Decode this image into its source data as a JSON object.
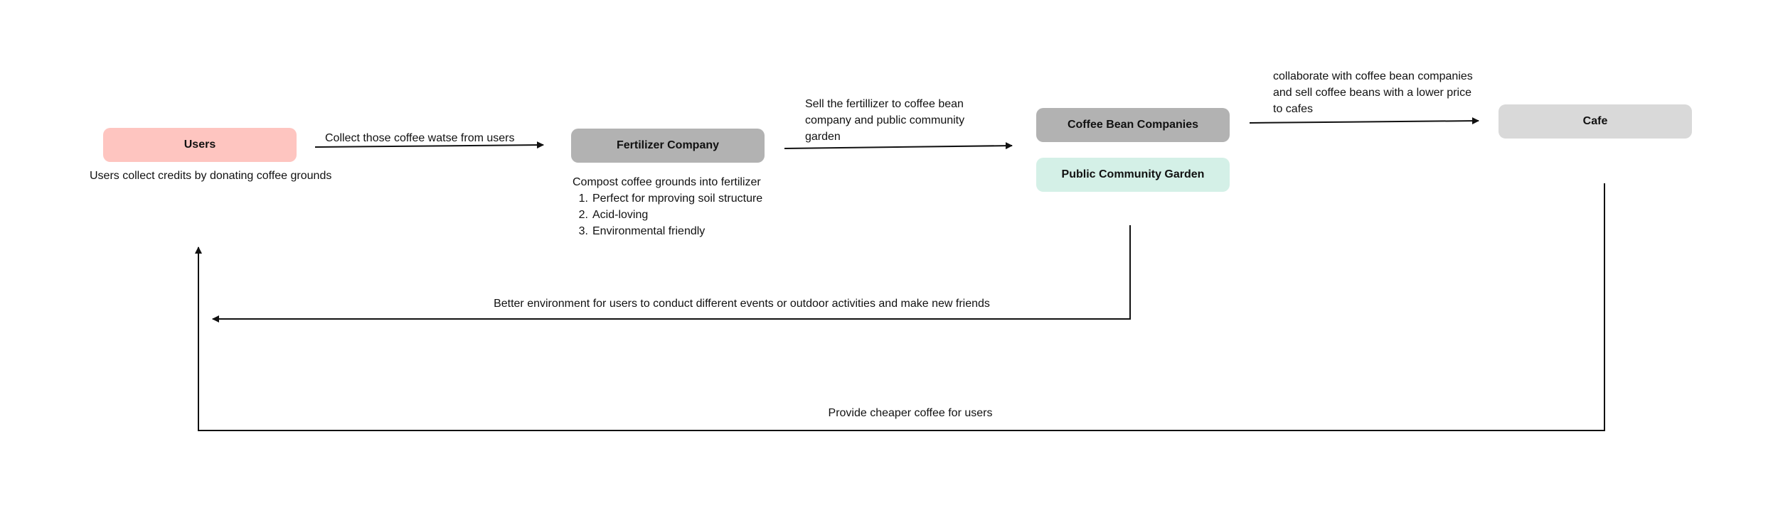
{
  "colors": {
    "users": "#fec5c0",
    "fertilizer": "#b2b2b2",
    "coffee_bean": "#b2b2b2",
    "garden": "#d4f0e7",
    "cafe": "#d9d9d9",
    "line": "#111111"
  },
  "nodes": {
    "users": "Users",
    "fertilizer": "Fertilizer Company",
    "coffee_bean": "Coffee Bean Companies",
    "garden": "Public Community Garden",
    "cafe": "Cafe"
  },
  "edges": {
    "users_to_fertilizer": "Collect those coffee watse from users",
    "fertilizer_to_coffee": "Sell the fertillizer to coffee bean company and public community garden",
    "coffee_to_cafe": "collaborate with coffee bean companies and sell coffee beans with a lower price to cafes",
    "garden_to_users": "Better environment for users to conduct different events or outdoor activities and make new friends",
    "cafe_to_users": "Provide cheaper coffee for users"
  },
  "notes": {
    "users": "Users collect credits by donating coffee grounds",
    "fertilizer": {
      "heading": "Compost coffee grounds into fertilizer",
      "items": [
        {
          "num": "1.",
          "text": "Perfect for mproving soil structure"
        },
        {
          "num": "2.",
          "text": "Acid-loving"
        },
        {
          "num": "3.",
          "text": "Environmental friendly"
        }
      ]
    }
  }
}
